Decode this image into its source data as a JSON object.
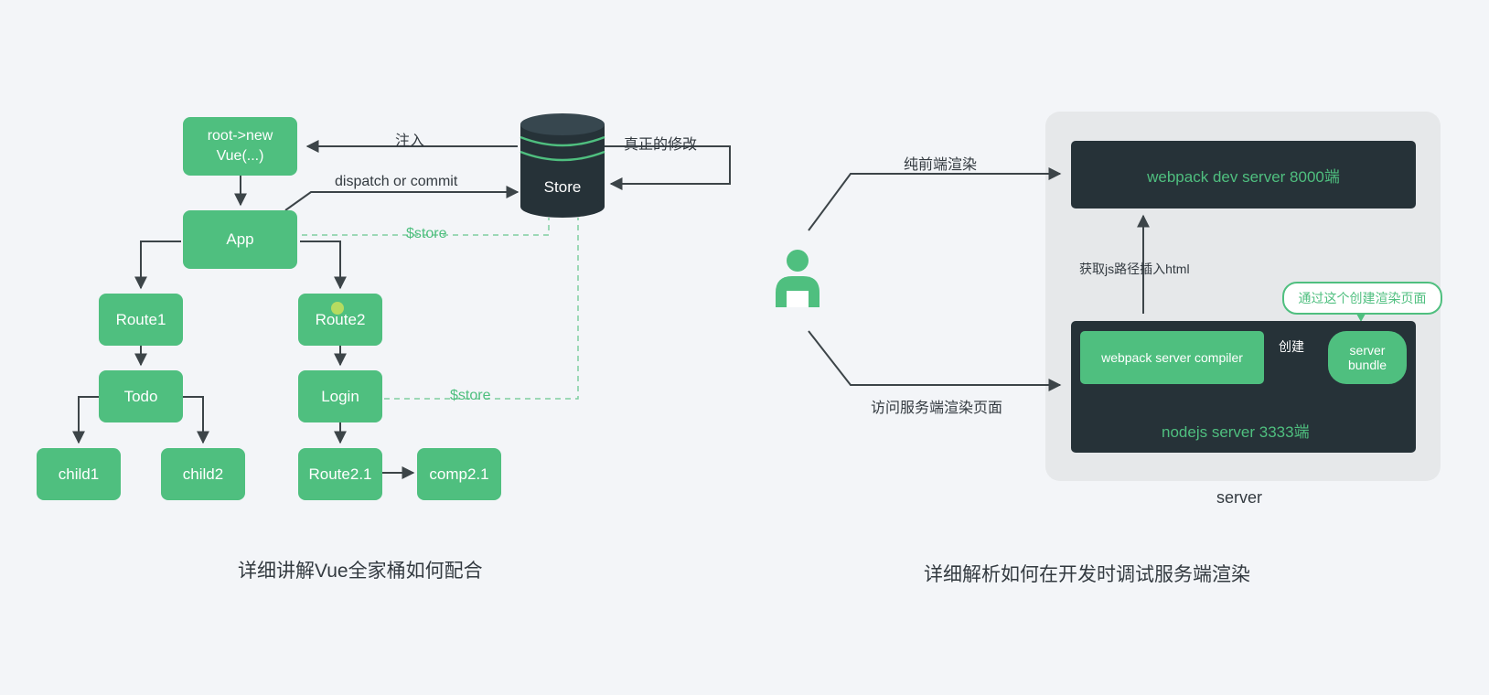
{
  "left_diagram": {
    "nodes": {
      "root": "root->new Vue(...)",
      "app": "App",
      "route1": "Route1",
      "route2": "Route2",
      "todo": "Todo",
      "login": "Login",
      "child1": "child1",
      "child2": "child2",
      "route21": "Route2.1",
      "comp21": "comp2.1",
      "store": "Store"
    },
    "labels": {
      "inject": "注入",
      "dispatch": "dispatch or commit",
      "real_modify": "真正的修改",
      "store_ref_app": "$store",
      "store_ref_login": "$store"
    },
    "caption": "详细讲解Vue全家桶如何配合"
  },
  "right_diagram": {
    "labels": {
      "pure_frontend": "纯前端渲染",
      "visit_ssr": "访问服务端渲染页面",
      "get_js_path": "获取js路径插入html",
      "create": "创建",
      "server_label": "server"
    },
    "boxes": {
      "webpack_dev_server": "webpack dev server 8000端",
      "webpack_server_compiler": "webpack server compiler",
      "server_bundle": "server bundle",
      "nodejs_server": "nodejs server 3333端"
    },
    "bubble": "通过这个创建渲染页面",
    "caption": "详细解析如何在开发时调试服务端渲染"
  },
  "colors": {
    "accent_green": "#4fbf7f",
    "dark_panel": "#263238",
    "background": "#f3f5f8",
    "server_panel": "#e6e8ea"
  }
}
